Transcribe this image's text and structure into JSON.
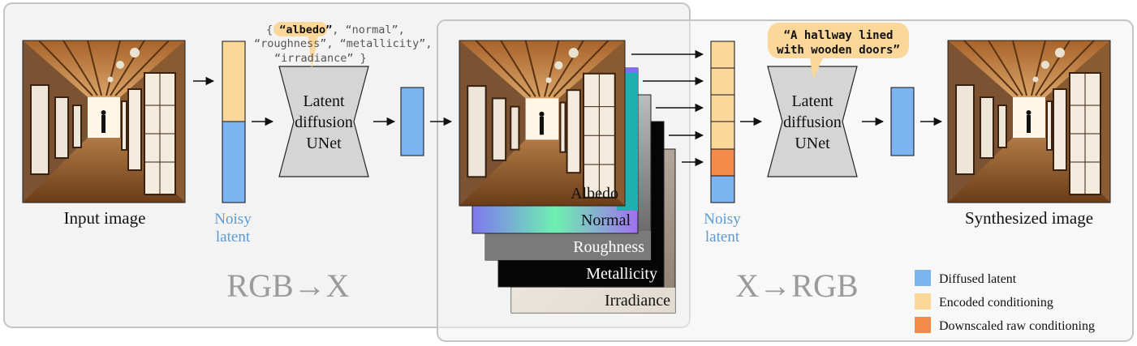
{
  "left": {
    "input_label": "Input image",
    "noisy_latent_line1": "Noisy",
    "noisy_latent_line2": "latent",
    "unet_line1": "Latent",
    "unet_line2": "diffusion",
    "unet_line3": "UNet",
    "prompt": {
      "open": "{ ",
      "highlight": "“albedo”",
      "rest1": ", “normal”,",
      "line2": "“roughness”, “metallicity”,",
      "line3": "“irradiance” }"
    },
    "section_title": "RGB→X"
  },
  "stack": {
    "layers": [
      "Albedo",
      "Normal",
      "Roughness",
      "Metallicity",
      "Irradiance"
    ]
  },
  "right": {
    "noisy_latent_line1": "Noisy",
    "noisy_latent_line2": "latent",
    "unet_line1": "Latent",
    "unet_line2": "diffusion",
    "unet_line3": "UNet",
    "prompt_line1": "“A hallway lined",
    "prompt_line2": "with wooden doors”",
    "output_label": "Synthesized image",
    "section_title": "X→RGB"
  },
  "legend": {
    "items": [
      {
        "label": "Diffused latent",
        "color": "#7cb4f2"
      },
      {
        "label": "Encoded conditioning",
        "color": "#fbd89a"
      },
      {
        "label": "Downscaled raw conditioning",
        "color": "#f58a4a"
      }
    ]
  },
  "colors": {
    "panel_fill": "#f3f3f3",
    "panel_stroke": "#c4c4c4",
    "unet_fill": "#d5d5d5",
    "highlight": "#fbd89a",
    "diffused": "#7cb4f2",
    "encoded": "#fbd89a",
    "raw": "#f58a4a",
    "title_gray": "#9a9a9a",
    "latent_label": "#5b9bd5"
  }
}
